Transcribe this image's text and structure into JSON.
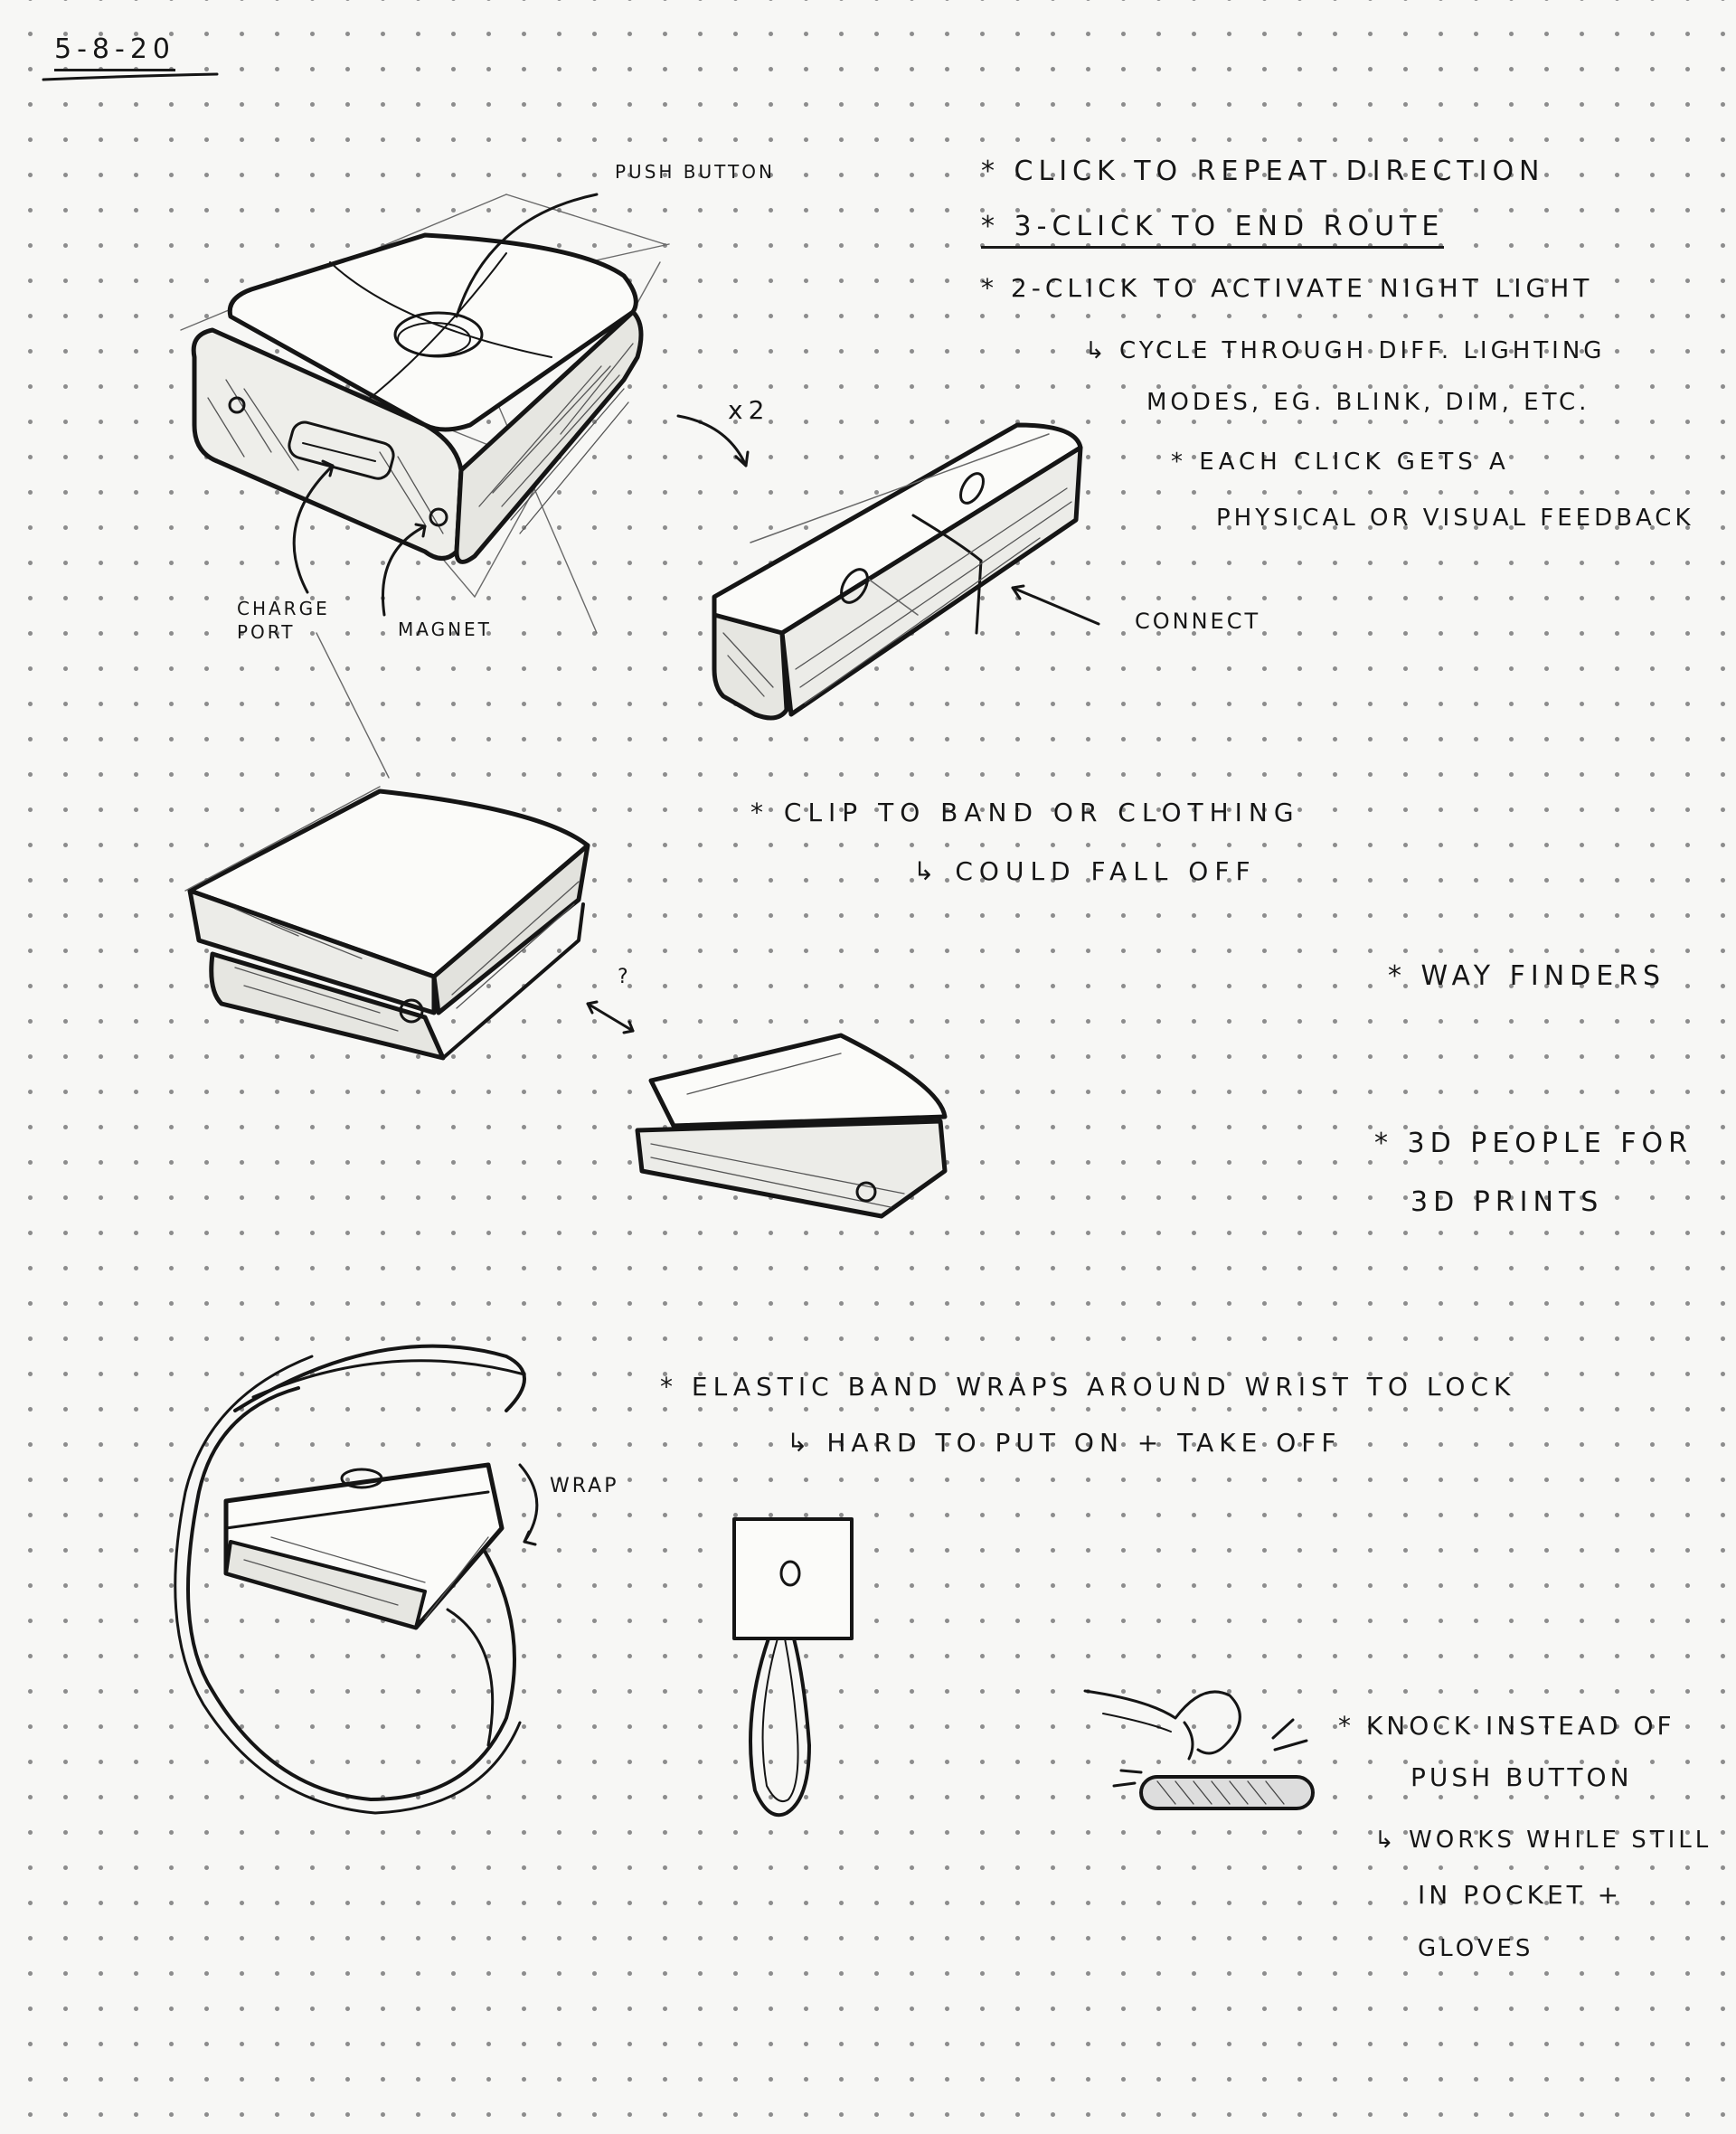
{
  "date": "5-8-20",
  "sketch1_labels": {
    "push_button": "PUSH BUTTON",
    "charge_port": "CHARGE PORT",
    "magnet": "MAGNET",
    "multiplier": "x2",
    "connect": "CONNECT"
  },
  "notes_top": [
    "* CLICK TO REPEAT DIRECTION",
    "* 3-CLICK TO END ROUTE",
    "* 2-CLICK TO ACTIVATE NIGHT LIGHT",
    "↳ CYCLE THROUGH DIFF. LIGHTING",
    "MODES, EG. BLINK, DIM, ETC.",
    "* EACH CLICK GETS A",
    "PHYSICAL OR VISUAL FEEDBACK"
  ],
  "notes_clip": [
    "* CLIP TO BAND OR CLOTHING",
    "↳ COULD FALL OFF"
  ],
  "clip_question": "?",
  "notes_side": [
    "* WAY FINDERS",
    "* 3D PEOPLE FOR",
    "3D PRINTS"
  ],
  "notes_band": [
    "* ELASTIC BAND WRAPS AROUND WRIST TO LOCK",
    "↳ HARD TO PUT ON + TAKE OFF"
  ],
  "wrap_label": "WRAP",
  "notes_knock": [
    "* KNOCK INSTEAD OF",
    "PUSH BUTTON",
    "↳ WORKS WHILE STILL",
    "IN POCKET +",
    "GLOVES"
  ]
}
